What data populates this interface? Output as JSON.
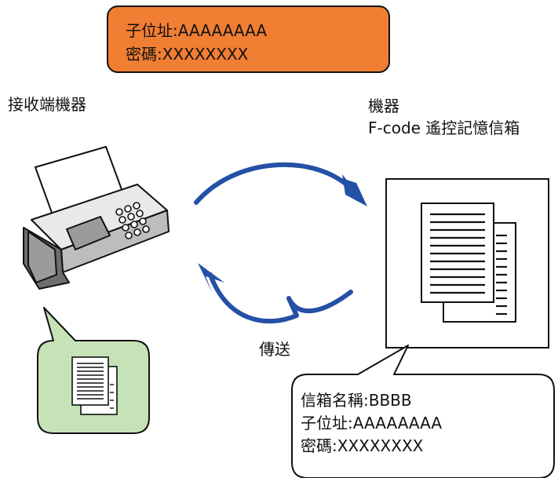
{
  "request_box": {
    "line1": "子位址:AAAAAAAA",
    "line2": "密碼:XXXXXXXX",
    "color": "#f07e33"
  },
  "receiver": {
    "label": "接收端機器",
    "icon": "fax-machine-icon"
  },
  "sender": {
    "label_line1": "機器",
    "label_line2": "F-code 遙控記憶信箱"
  },
  "transmit_label": "傳送",
  "arrow_color": "#2450a6",
  "received_doc_bubble": {
    "icon": "document-stack-icon",
    "color": "#c6e3b8"
  },
  "mailbox_info": {
    "line1": "信箱名稱:BBBB",
    "line2": "子位址:AAAAAAAA",
    "line3": "密碼:XXXXXXXX"
  }
}
